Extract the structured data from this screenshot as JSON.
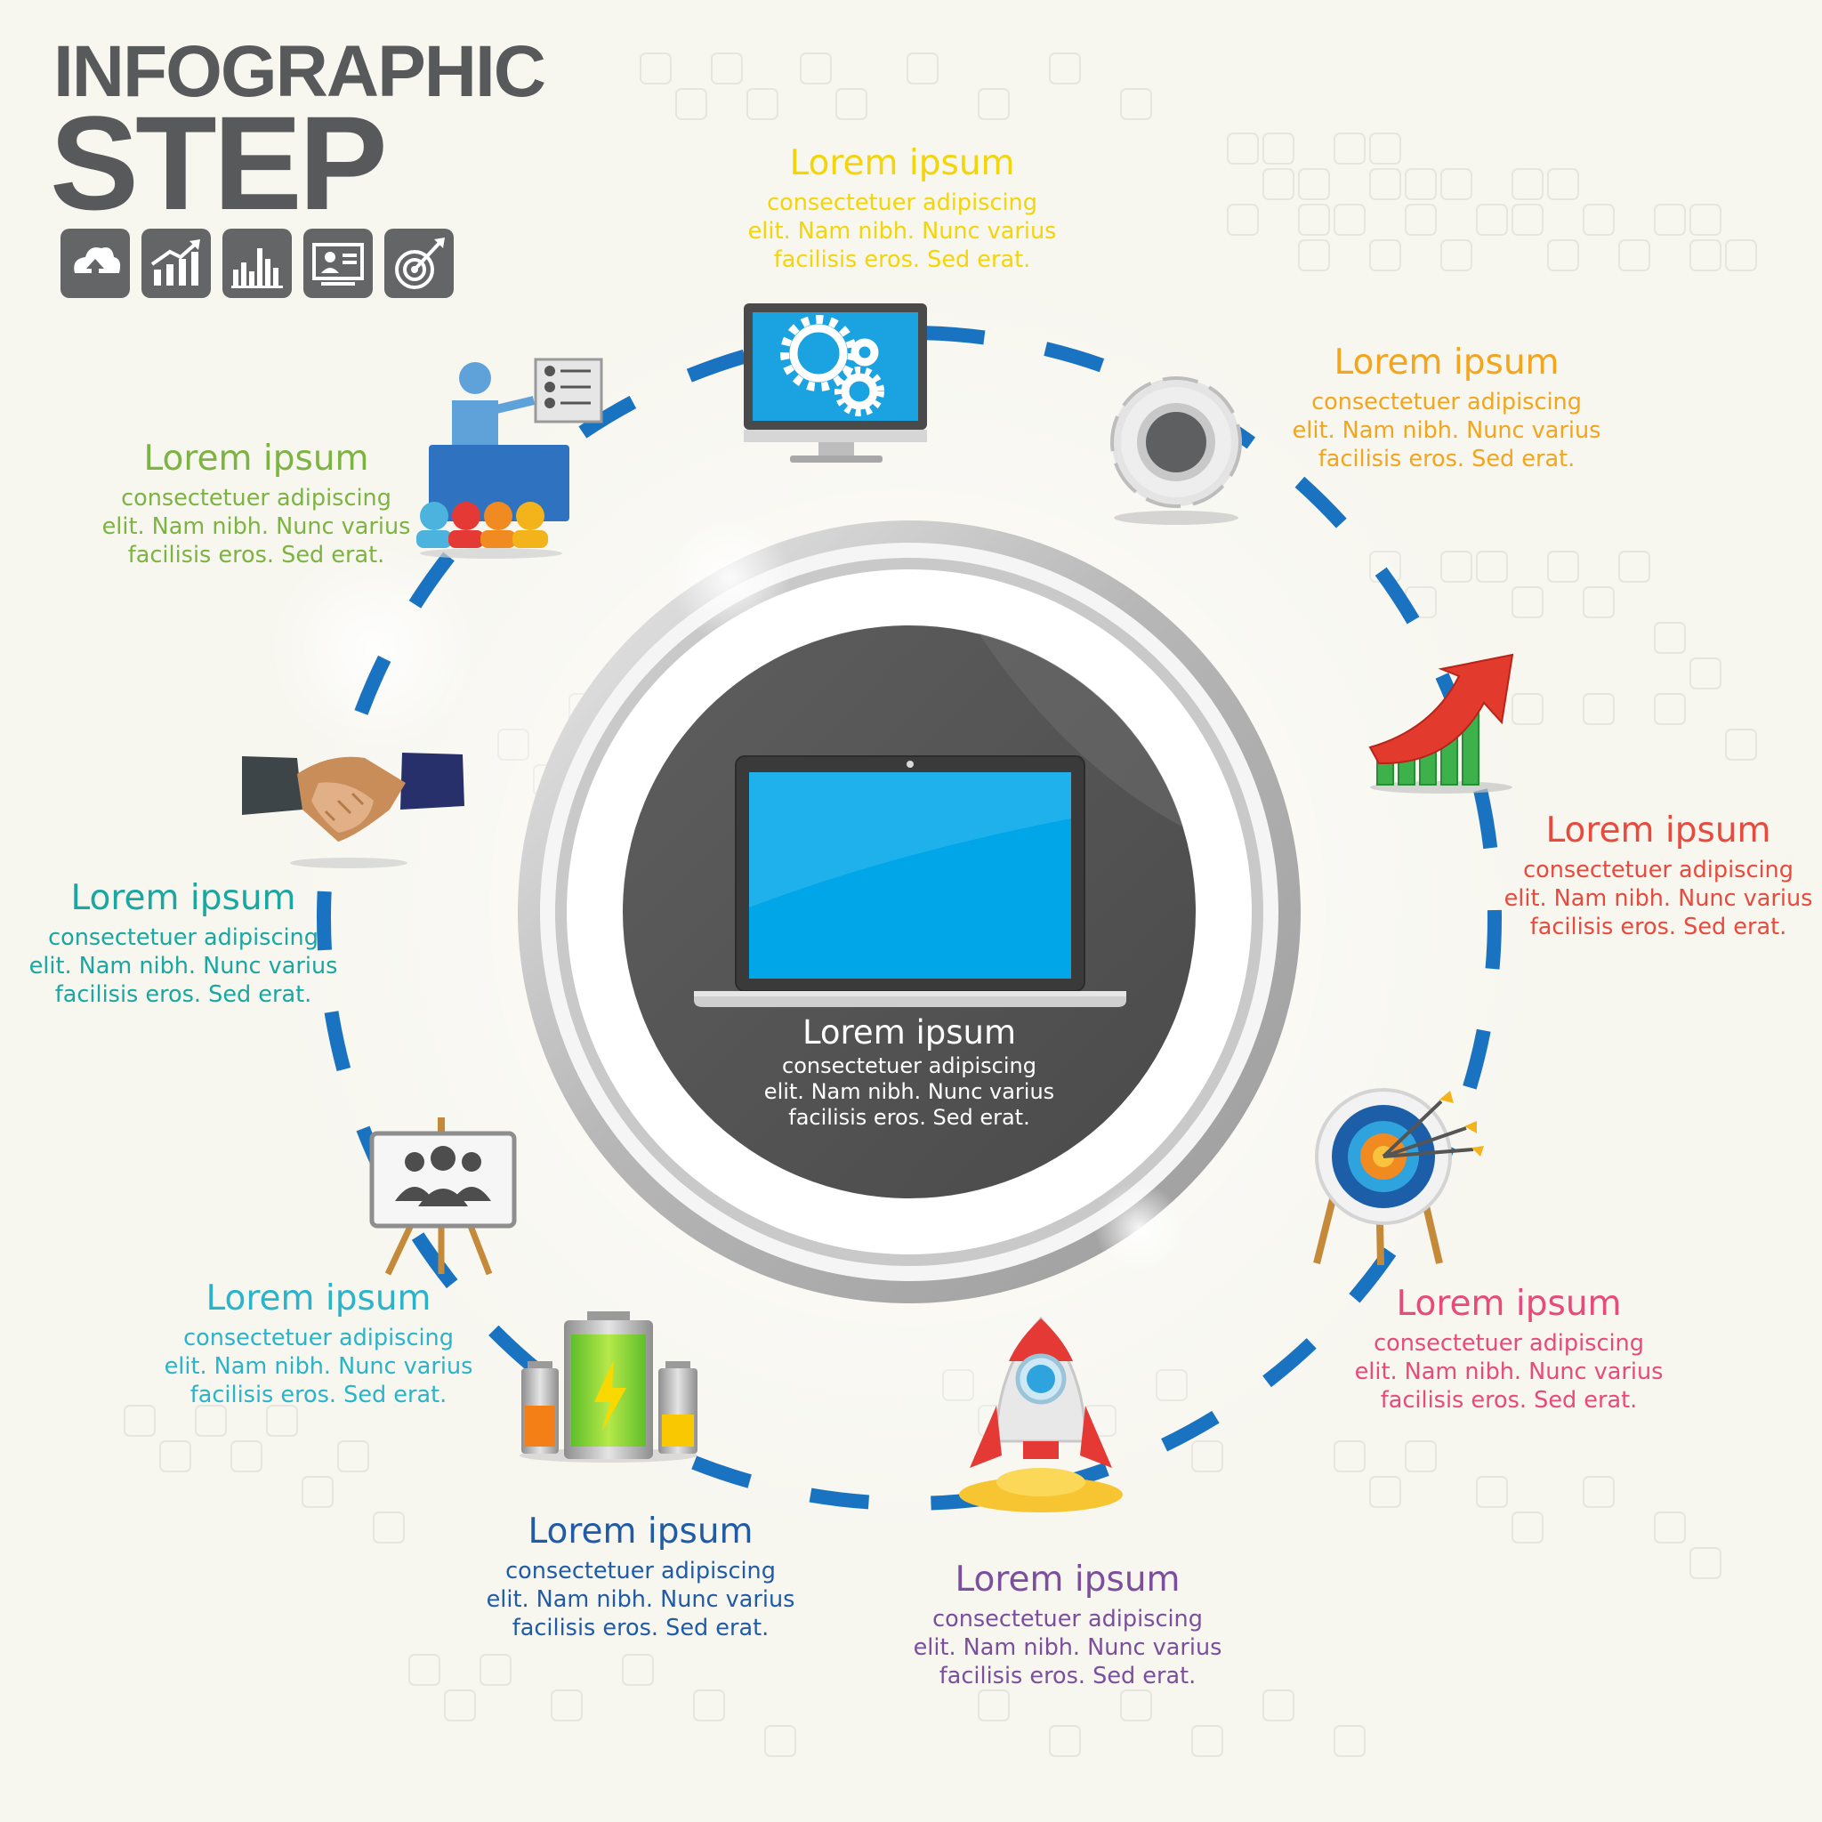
{
  "header": {
    "line1": "INFOGRAPHIC",
    "line2": "STEP"
  },
  "toolbar_icons": [
    "cloud-upload-icon",
    "growth-chart-icon",
    "bar-chart-icon",
    "presentation-board-icon",
    "target-icon"
  ],
  "center": {
    "title": "Lorem ipsum",
    "body": [
      "consectetuer adipiscing",
      "elit. Nam nibh. Nunc varius",
      "facilisis eros. Sed erat."
    ]
  },
  "steps": [
    {
      "icon": "monitor-gears-icon",
      "color": "#f4d40a",
      "title": "Lorem ipsum",
      "body": [
        "consectetuer adipiscing",
        "elit. Nam nibh. Nunc varius",
        "facilisis eros. Sed erat."
      ]
    },
    {
      "icon": "gear-icon",
      "color": "#f2a51d",
      "title": "Lorem ipsum",
      "body": [
        "consectetuer adipiscing",
        "elit. Nam nibh. Nunc varius",
        "facilisis eros. Sed erat."
      ]
    },
    {
      "icon": "growth-arrow-icon",
      "color": "#e84a3d",
      "title": "Lorem ipsum",
      "body": [
        "consectetuer adipiscing",
        "elit. Nam nibh. Nunc varius",
        "facilisis eros. Sed erat."
      ]
    },
    {
      "icon": "archery-target-icon",
      "color": "#e84a7b",
      "title": "Lorem ipsum",
      "body": [
        "consectetuer adipiscing",
        "elit. Nam nibh. Nunc varius",
        "facilisis eros. Sed erat."
      ]
    },
    {
      "icon": "rocket-icon",
      "color": "#7b4f9d",
      "title": "Lorem ipsum",
      "body": [
        "consectetuer adipiscing",
        "elit. Nam nibh. Nunc varius",
        "facilisis eros. Sed erat."
      ]
    },
    {
      "icon": "battery-icon",
      "color": "#1f5ba6",
      "title": "Lorem ipsum",
      "body": [
        "consectetuer adipiscing",
        "elit. Nam nibh. Nunc varius",
        "facilisis eros. Sed erat."
      ]
    },
    {
      "icon": "team-board-icon",
      "color": "#2bb3c9",
      "title": "Lorem ipsum",
      "body": [
        "consectetuer adipiscing",
        "elit. Nam nibh. Nunc varius",
        "facilisis eros. Sed erat."
      ]
    },
    {
      "icon": "handshake-icon",
      "color": "#1aa7a2",
      "title": "Lorem ipsum",
      "body": [
        "consectetuer adipiscing",
        "elit. Nam nibh. Nunc varius",
        "facilisis eros. Sed erat."
      ]
    },
    {
      "icon": "presenter-icon",
      "color": "#7cb342",
      "title": "Lorem ipsum",
      "body": [
        "consectetuer adipiscing",
        "elit. Nam nibh. Nunc varius",
        "facilisis eros. Sed erat."
      ]
    }
  ],
  "colors": {
    "dash": "#1a73c0",
    "header": "#58595b",
    "screen": "#00a6e8",
    "center_disc": "#555555"
  }
}
